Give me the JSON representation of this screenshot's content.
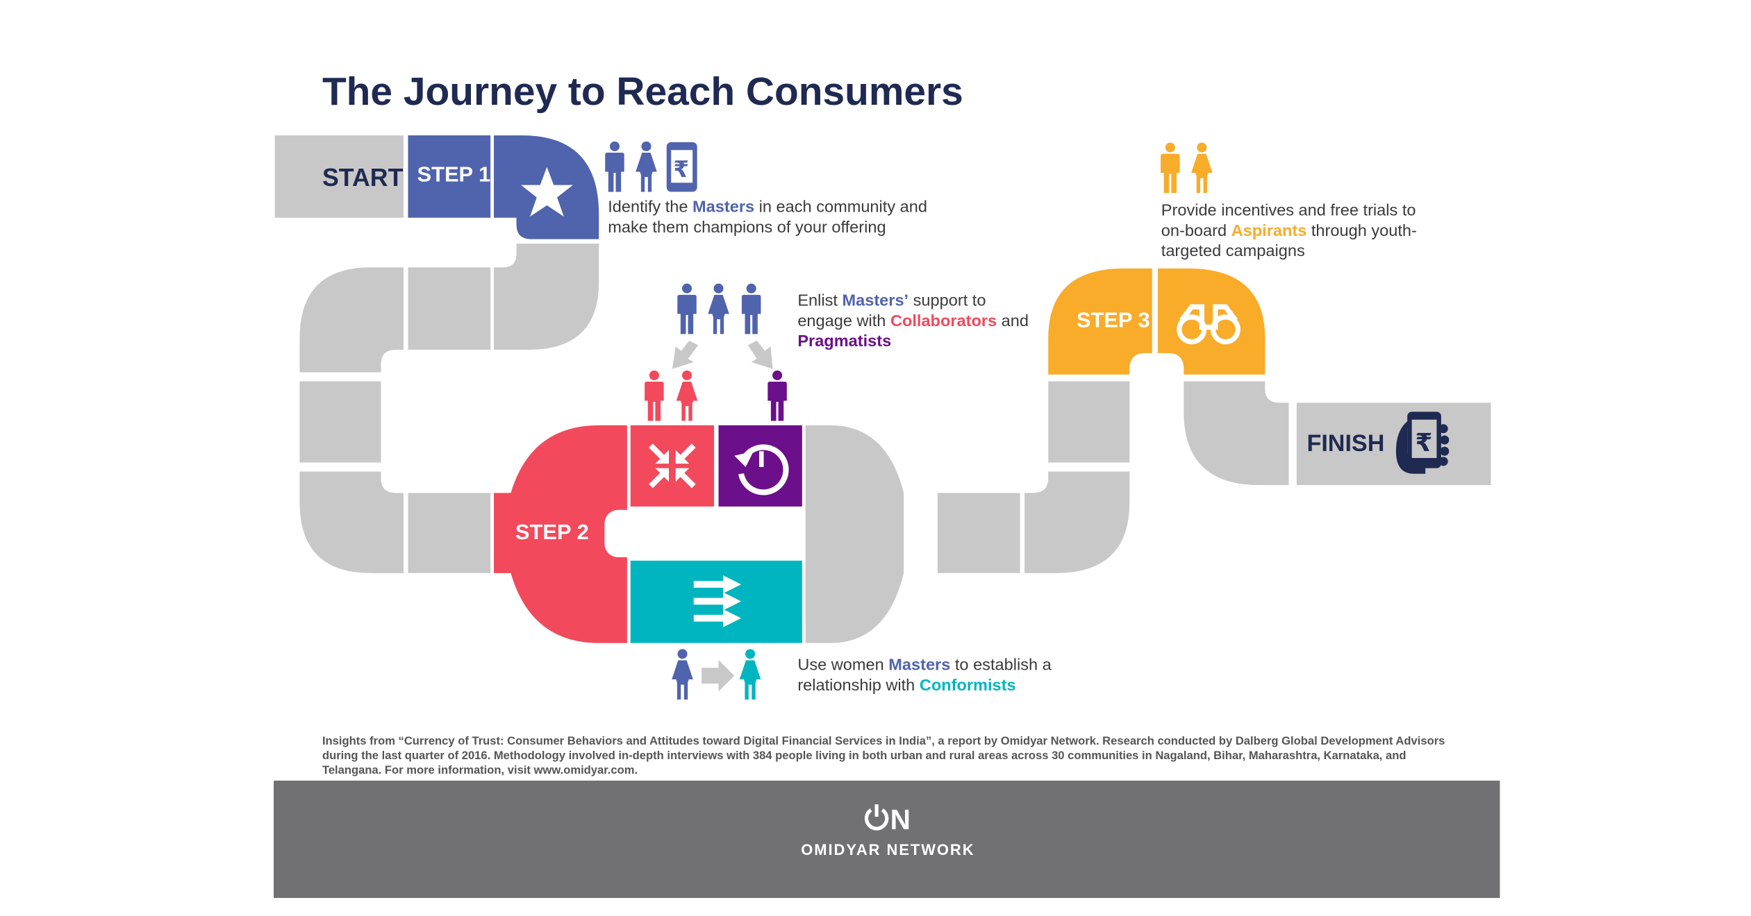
{
  "title": "The Journey to Reach Consumers",
  "colors": {
    "title": "#1f2a52",
    "track_gray": "#c8c8c8",
    "masters_blue": "#5063ad",
    "collaborators_red": "#f2495c",
    "pragmatists_purple": "#6b0f8a",
    "conformists_teal": "#00b5c0",
    "aspirants_yellow": "#f8ac2a",
    "footer_gray": "#717073"
  },
  "track": {
    "start": "START",
    "step1": "STEP 1",
    "step2": "STEP 2",
    "step3": "STEP 3",
    "finish": "FINISH"
  },
  "step1": {
    "icons": [
      "man-icon",
      "woman-icon",
      "phone-rupee-icon"
    ],
    "tile_icon": "star-icon",
    "line1_pre": "Identify the ",
    "line1_hl": "Masters",
    "line1_post": " in each community and",
    "line2": "make them champions of your offering"
  },
  "step2_top": {
    "icons": [
      "man-icon",
      "woman-icon",
      "man-icon"
    ],
    "line1_pre": "Enlist ",
    "line1_hl": "Masters’",
    "line1_post": " support to",
    "line2_pre": "engage with ",
    "line2_hl": "Collaborators",
    "line2_post": " and",
    "line3_hl": "Pragmatists",
    "tile_icons": [
      "collapse-arrows-icon",
      "history-clock-icon",
      "forward-arrows-icon"
    ]
  },
  "step2_bottom": {
    "icons": [
      "woman-icon",
      "arrow-right-icon",
      "woman-icon"
    ],
    "line1_pre": "Use women ",
    "line1_hl": "Masters",
    "line1_post": " to establish a",
    "line2_pre": "relationship with ",
    "line2_hl": "Conformists"
  },
  "step3": {
    "icons": [
      "man-icon",
      "woman-icon"
    ],
    "tile_icon": "binoculars-icon",
    "line1": "Provide incentives and free trials to",
    "line2_pre": "on-board ",
    "line2_hl": "Aspirants",
    "line2_post": " through youth-",
    "line3": "targeted campaigns"
  },
  "finish_icon": "hand-phone-rupee-icon",
  "footnote": [
    "Insights from “Currency of Trust: Consumer Behaviors and Attitudes toward Digital Financial Services in India”, a report by Omidyar Network. Research conducted by Dalberg Global Development Advisors",
    "during the last quarter of 2016. Methodology involved in-depth interviews with 384 people living in both urban and rural areas across 30 communities in Nagaland, Bihar, Maharashtra, Karnataka, and",
    "Telangana. For more information, visit www.omidyar.com."
  ],
  "footer": {
    "logo": "ON",
    "brand": "OMIDYAR NETWORK"
  }
}
